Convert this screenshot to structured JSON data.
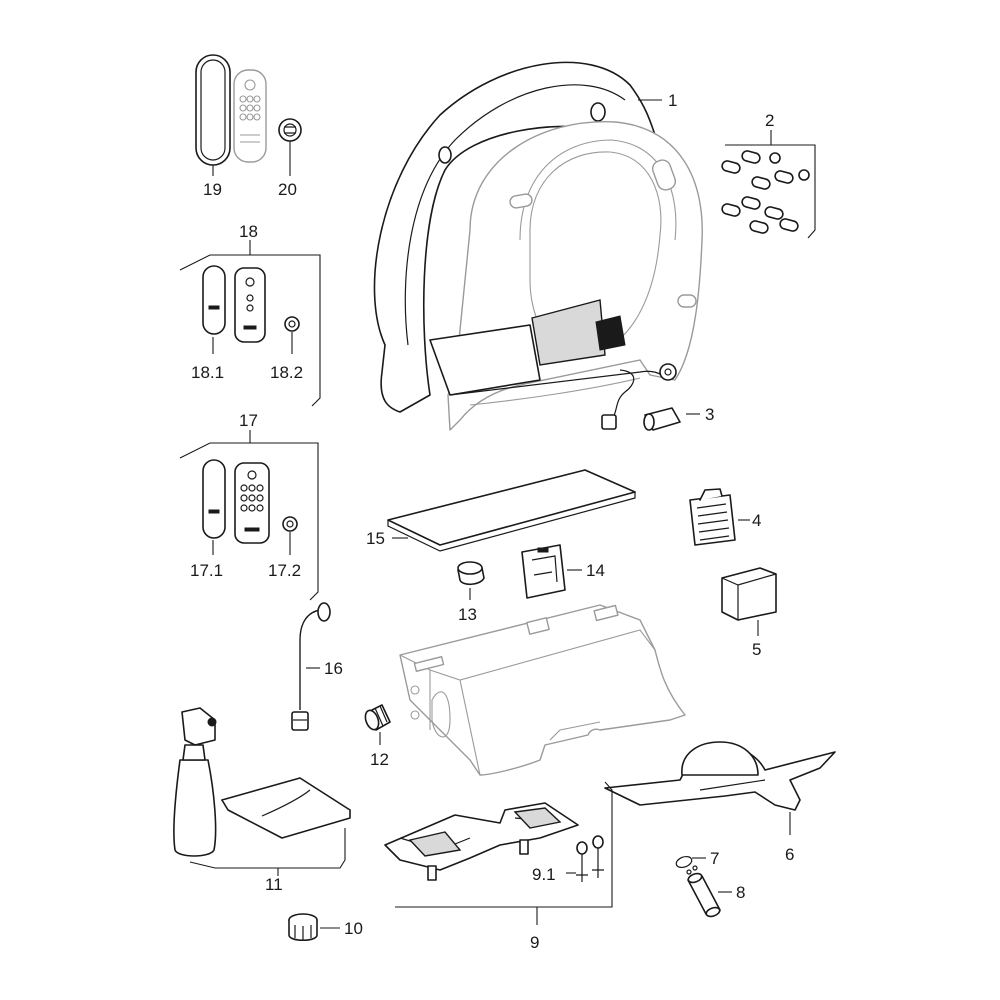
{
  "labels": {
    "p1": "1",
    "p2": "2",
    "p3": "3",
    "p4": "4",
    "p5": "5",
    "p6": "6",
    "p7": "7",
    "p8": "8",
    "p9": "9",
    "p9_1": "9.1",
    "p10": "10",
    "p11": "11",
    "p12": "12",
    "p13": "13",
    "p14": "14",
    "p15": "15",
    "p16": "16",
    "p17": "17",
    "p17_1": "17.1",
    "p17_2": "17.2",
    "p18": "18",
    "p18_1": "18.1",
    "p18_2": "18.2",
    "p19": "19",
    "p20": "20"
  },
  "colors": {
    "line": "#1a1a1a",
    "light_line": "#9a9a9a",
    "background": "#ffffff"
  }
}
